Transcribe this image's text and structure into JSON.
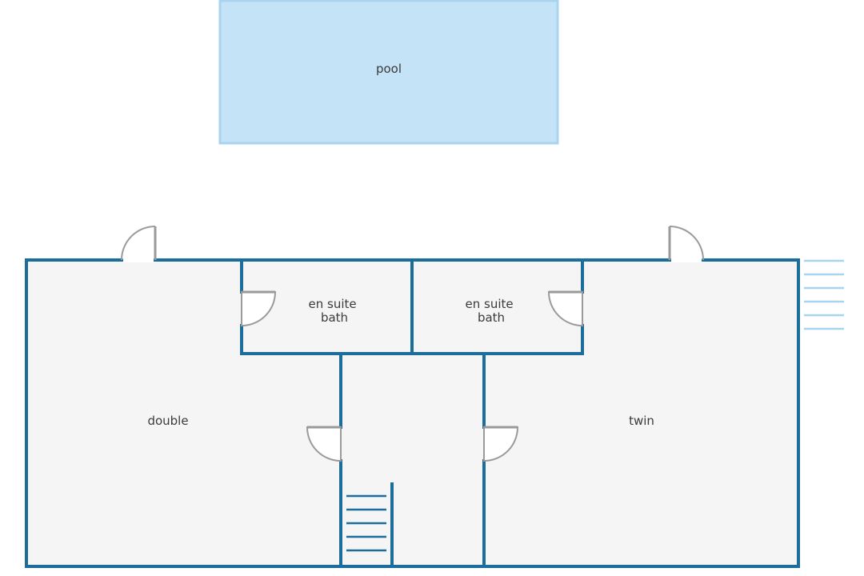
{
  "floor_plan": {
    "rooms": {
      "pool": "pool",
      "ensuite_left": [
        "en suite",
        "bath"
      ],
      "ensuite_right": [
        "en suite",
        "bath"
      ],
      "double": "double",
      "twin": "twin"
    },
    "colors": {
      "wall": "#1b6e9c",
      "floor": "#f5f5f5",
      "pool_fill": "#c5e3f7",
      "pool_border": "#a9d4ef",
      "door": "#9a9a9a",
      "label": "#3a3a3a"
    }
  }
}
